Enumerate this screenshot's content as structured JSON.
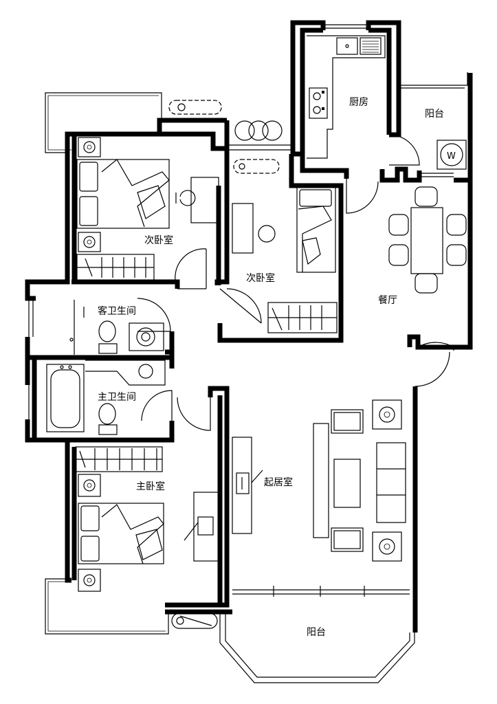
{
  "rooms": {
    "kitchen": "厨房",
    "balcony_top": "阳台",
    "bedroom_second_a": "次卧室",
    "bedroom_second_b": "次卧室",
    "dining": "餐厅",
    "guest_bathroom": "客卫生间",
    "master_bathroom": "主卫生间",
    "living_room": "起居室",
    "master_bedroom": "主卧室",
    "balcony_bottom": "阳台"
  },
  "washer_symbol": "W"
}
